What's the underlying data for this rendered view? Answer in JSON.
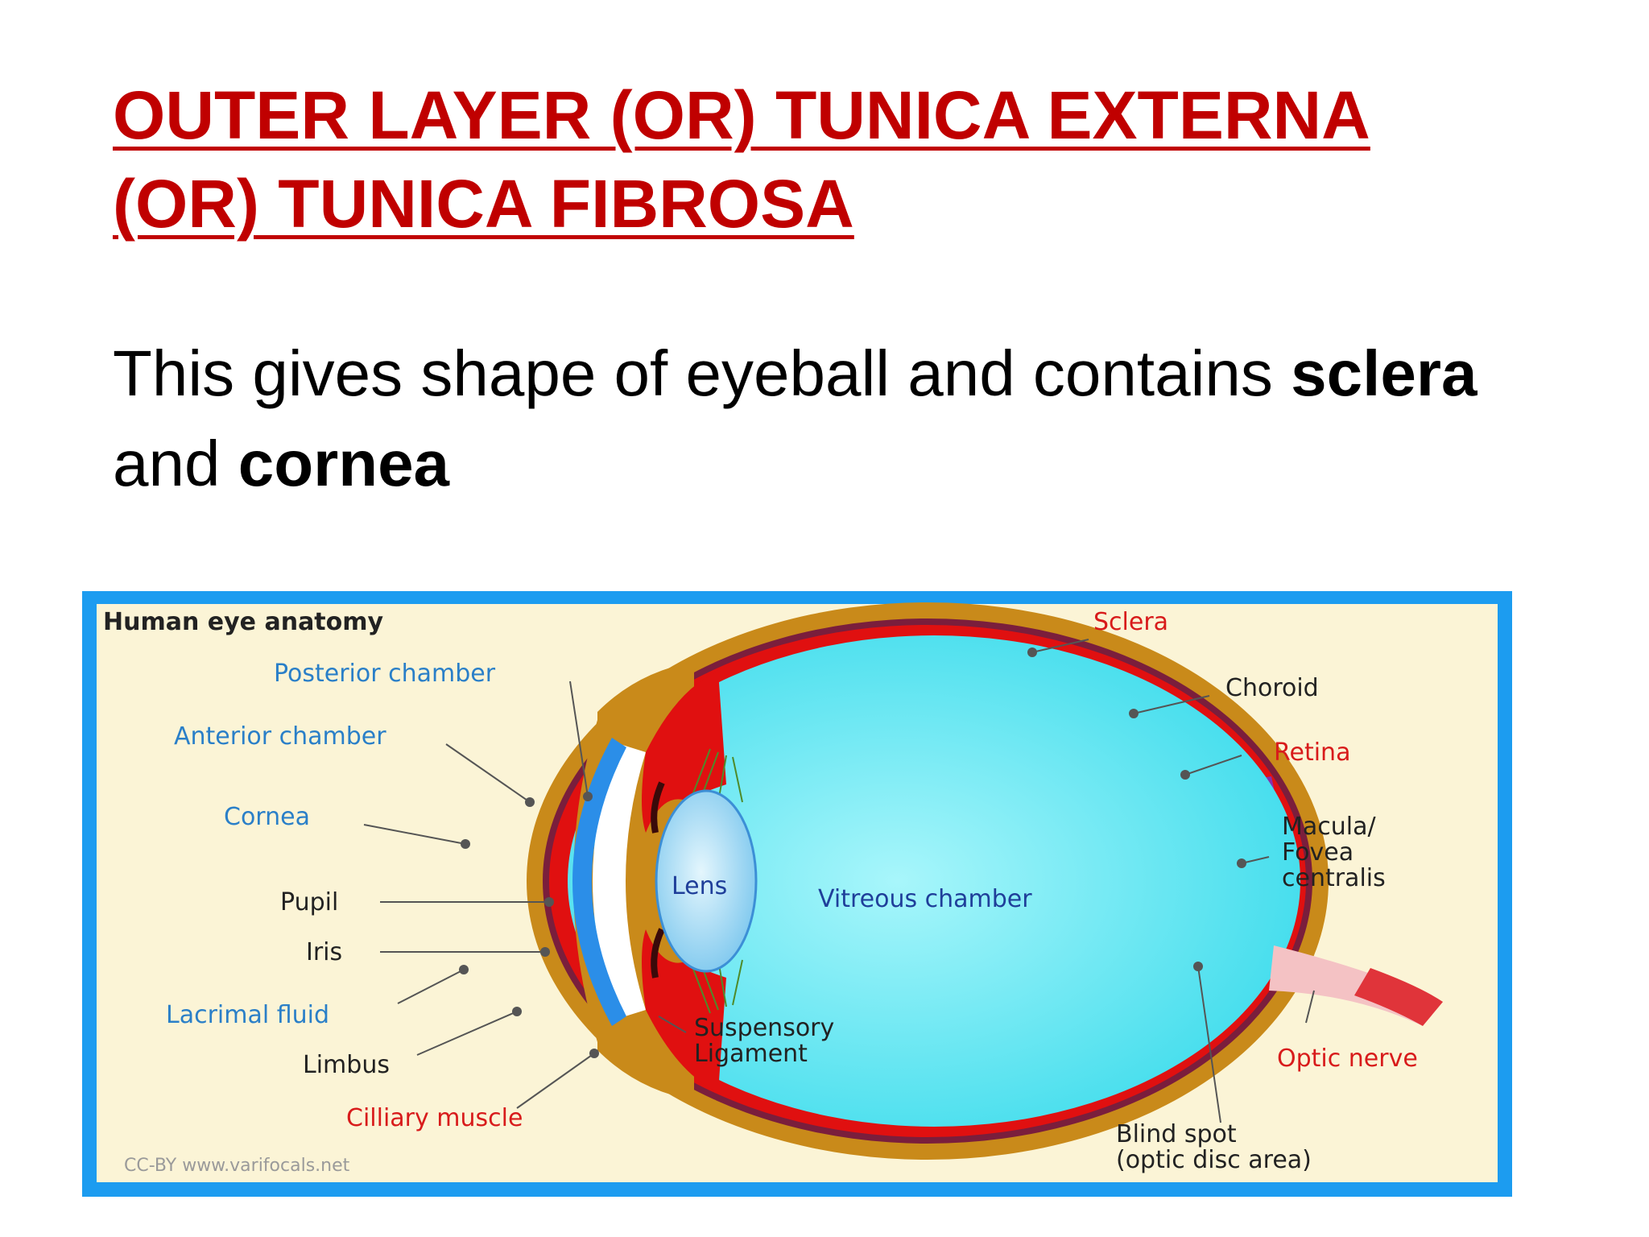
{
  "slide": {
    "title": "OUTER LAYER (OR) TUNICA EXTERNA (OR) TUNICA FIBROSA",
    "body": {
      "text_before": "This gives shape of eyeball and contains ",
      "term_1": "sclera",
      "text_middle": " and ",
      "term_2": "cornea"
    }
  },
  "diagram": {
    "title": "Human eye anatomy",
    "credit": "CC-BY www.varifocals.net",
    "labels": {
      "posterior_chamber": "Posterior chamber",
      "anterior_chamber": "Anterior chamber",
      "cornea": "Cornea",
      "pupil": "Pupil",
      "iris": "Iris",
      "lacrimal_fluid": "Lacrimal fluid",
      "limbus": "Limbus",
      "ciliary_muscle": "Cilliary muscle",
      "lens": "Lens",
      "vitreous_chamber": "Vitreous chamber",
      "suspensory_1": "Suspensory",
      "suspensory_2": "Ligament",
      "sclera": "Sclera",
      "choroid": "Choroid",
      "retina": "Retina",
      "macula_1": "Macula/",
      "macula_2": "Fovea",
      "macula_3": "centralis",
      "optic_nerve": "Optic nerve",
      "blind_spot_1": "Blind spot",
      "blind_spot_2": "(optic disc area)"
    },
    "colors": {
      "frame": "#1c9cf0",
      "background": "#fbf4d6",
      "sclera": "#c98a1a",
      "choroid": "#7a1e3c",
      "retina": "#e01010",
      "vitreous": "#5ee8f5",
      "cornea": "#2b8ee8",
      "lens": "#8fd2f2",
      "label_blue": "#2a7fc8",
      "label_red": "#d81b1b",
      "label_dark": "#222222"
    }
  }
}
